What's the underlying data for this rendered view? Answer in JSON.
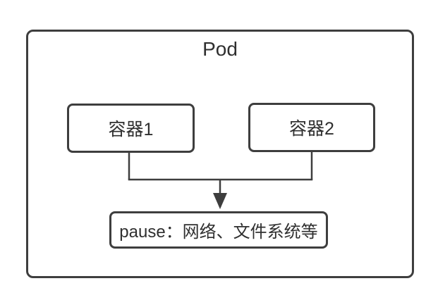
{
  "diagram": {
    "title": "Pod",
    "nodes": [
      {
        "id": "container-1",
        "label": "容器1"
      },
      {
        "id": "container-2",
        "label": "容器2"
      },
      {
        "id": "pause",
        "label": "pause：网络、文件系统等"
      }
    ],
    "edges": [
      {
        "from": "container-1",
        "to": "pause",
        "style": "elbow-arrow"
      },
      {
        "from": "container-2",
        "to": "pause",
        "style": "elbow-arrow"
      }
    ],
    "colors": {
      "line": "#3e3e3e",
      "text": "#2f2f2f",
      "node_fill": "#ffffff",
      "background": "#ffffff"
    }
  }
}
